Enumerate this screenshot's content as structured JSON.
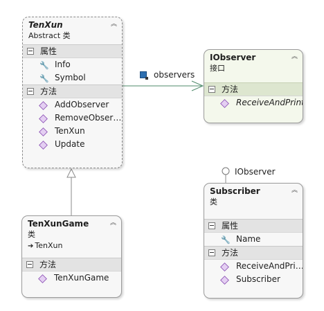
{
  "classes": {
    "tenxun": {
      "name": "TenXun",
      "stereotype": "Abstract 类",
      "sections": [
        {
          "title": "属性",
          "members": [
            {
              "name": "Info",
              "icon": "wrench-icon"
            },
            {
              "name": "Symbol",
              "icon": "wrench-icon"
            }
          ]
        },
        {
          "title": "方法",
          "members": [
            {
              "name": "AddObserver",
              "icon": "method-icon"
            },
            {
              "name": "RemoveObser…",
              "icon": "method-icon"
            },
            {
              "name": "TenXun",
              "icon": "method-icon"
            },
            {
              "name": "Update",
              "icon": "method-icon"
            }
          ]
        }
      ]
    },
    "iobserver": {
      "name": "IObserver",
      "stereotype": "接口",
      "sections": [
        {
          "title": "方法",
          "members": [
            {
              "name": "ReceiveAndPrint",
              "icon": "method-icon"
            }
          ]
        }
      ]
    },
    "tenxungame": {
      "name": "TenXunGame",
      "stereotype": "类",
      "inherits": "TenXun",
      "sections": [
        {
          "title": "方法",
          "members": [
            {
              "name": "TenXunGame",
              "icon": "method-icon"
            }
          ]
        }
      ]
    },
    "subscriber": {
      "name": "Subscriber",
      "stereotype": "类",
      "interface_label": "IObserver",
      "sections": [
        {
          "title": "属性",
          "members": [
            {
              "name": "Name",
              "icon": "wrench-icon"
            }
          ]
        },
        {
          "title": "方法",
          "members": [
            {
              "name": "ReceiveAndPri…",
              "icon": "method-icon"
            },
            {
              "name": "Subscriber",
              "icon": "method-icon"
            }
          ]
        }
      ]
    }
  },
  "association": {
    "label": "observers"
  },
  "colors": {
    "method_icon": "#8a4fb3",
    "assoc_icon": "#2e6fb0",
    "border": "#9a9a9a"
  }
}
